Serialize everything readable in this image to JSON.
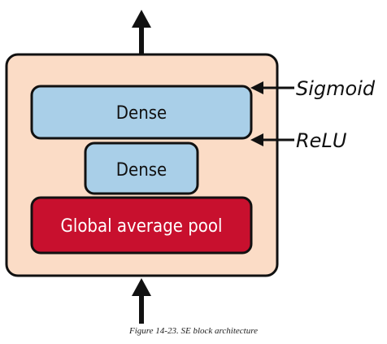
{
  "diagram": {
    "blocks": {
      "dense_top": "Dense",
      "dense_bottom": "Dense",
      "global_pool": "Global average pool"
    },
    "annotations": {
      "sigmoid": "Sigmoid",
      "relu": "ReLU"
    }
  },
  "caption": "Figure 14-23. SE block architecture",
  "colors": {
    "container_fill": "#fbdcc6",
    "dense_fill": "#a9cfe8",
    "pool_fill": "#c8102e",
    "stroke": "#111111"
  }
}
